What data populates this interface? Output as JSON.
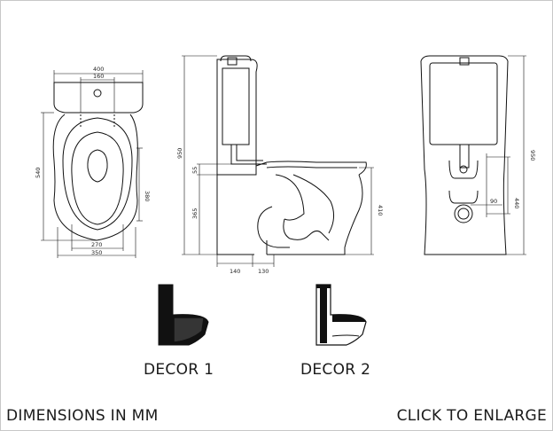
{
  "dimensions": {
    "plan": {
      "overall_width": "400",
      "hole_spacing": "160",
      "overall_length": "540",
      "seat_length": "380",
      "inner_width": "270",
      "base_width": "350"
    },
    "side": {
      "height_total": "950",
      "inlet_height": "55",
      "outlet_height": "365",
      "bowl_height": "410",
      "base_depth_1": "140",
      "base_depth_2": "130"
    },
    "rear": {
      "height_total": "950",
      "inlet_height": "440",
      "offset": "90"
    }
  },
  "captions": {
    "decor1": "DECOR 1",
    "decor2": "DECOR 2"
  },
  "footer": {
    "units": "DIMENSIONS IN MM",
    "enlarge": "CLICK TO ENLARGE"
  }
}
